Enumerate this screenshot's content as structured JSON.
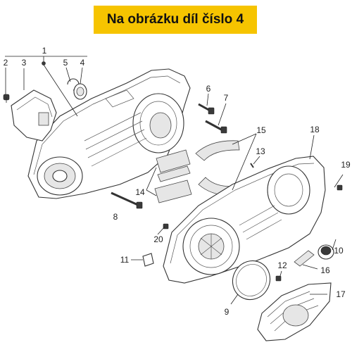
{
  "banner": {
    "title": "Na obrázku díl číslo 4"
  },
  "callouts": {
    "c1": "1",
    "c2": "2",
    "c3": "3",
    "c4": "4",
    "c5": "5",
    "c6": "6",
    "c7": "7",
    "c8": "8",
    "c9": "9",
    "c10": "10",
    "c11": "11",
    "c12": "12",
    "c13": "13",
    "c14": "14",
    "c15": "15",
    "c16": "16",
    "c17": "17",
    "c18": "18",
    "c19": "19",
    "c20": "20"
  },
  "colors": {
    "banner_bg": "#f6c400",
    "line": "#222222"
  }
}
